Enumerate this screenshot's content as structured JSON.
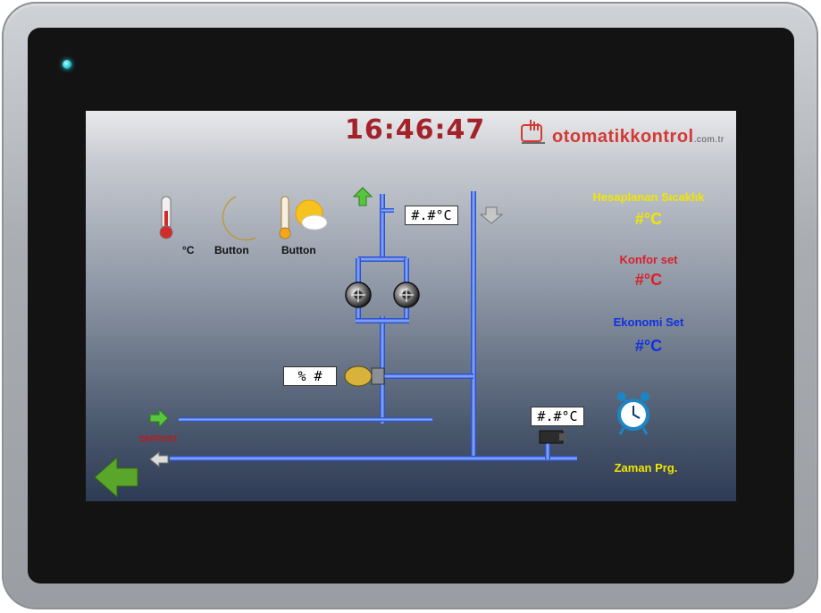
{
  "clock": "16:46:47",
  "logo": {
    "word": "otomatikkontrol",
    "tld": ".com.tr"
  },
  "icons": {
    "thermometer_label": "°C",
    "night_button_label": "Button",
    "day_button_label": "Button"
  },
  "readouts": {
    "top_temp": "#.#°C",
    "valve_percent": "% #",
    "bottom_temp": "#.#°C"
  },
  "status_label": "DEFROST",
  "right_panel": {
    "calculated_label": "Hesaplanan Sıcaklık",
    "calculated_value": "#°C",
    "comfort_label": "Konfor set",
    "comfort_value": "#°C",
    "economy_label": "Ekonomi Set",
    "economy_value": "#°C",
    "timer_label": "Zaman Prg."
  },
  "colors": {
    "clock": "#a4222a",
    "calculated": "#f2e600",
    "comfort": "#d9202a",
    "economy": "#1030e0",
    "timer": "#f2e600",
    "pipe": "#2a55e8"
  }
}
